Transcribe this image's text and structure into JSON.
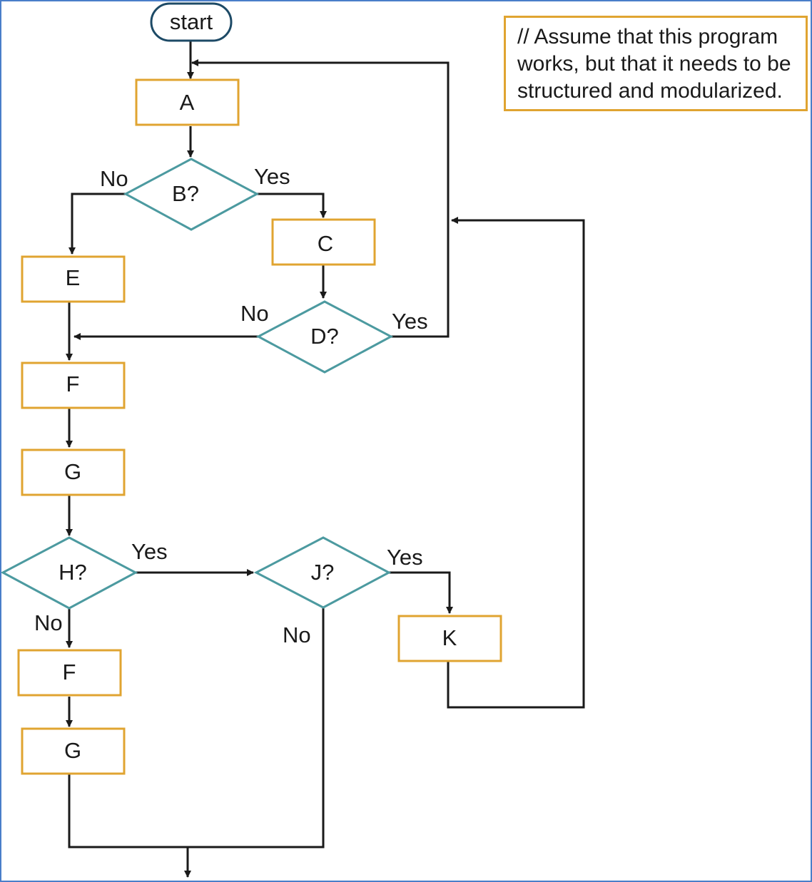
{
  "flowchart": {
    "start": "start",
    "processes": {
      "a": "A",
      "c": "C",
      "e": "E",
      "f1": "F",
      "g1": "G",
      "k": "K",
      "f2": "F",
      "g2": "G"
    },
    "decisions": {
      "b": "B?",
      "d": "D?",
      "h": "H?",
      "j": "J?"
    },
    "branches": {
      "b_no": "No",
      "b_yes": "Yes",
      "d_no": "No",
      "d_yes": "Yes",
      "h_yes": "Yes",
      "h_no": "No",
      "j_yes": "Yes",
      "j_no": "No"
    },
    "note_lines": [
      "// Assume that this program",
      "works, but that it needs to be",
      "structured and modularized."
    ]
  }
}
